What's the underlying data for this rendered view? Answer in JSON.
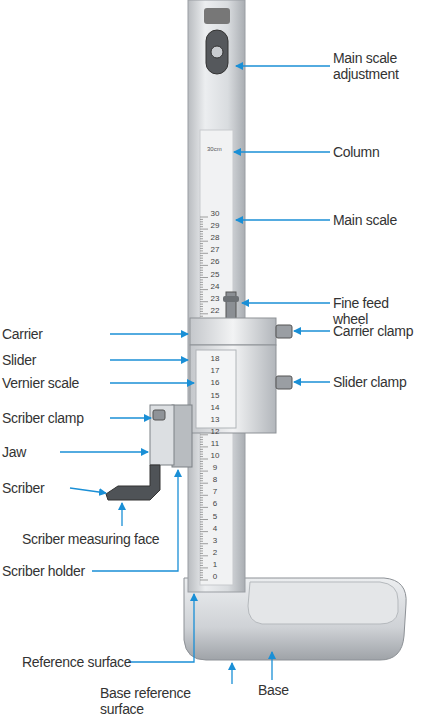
{
  "diagram": {
    "labels": [
      "Main scale adjustment",
      "Column",
      "Main scale",
      "Fine feed wheel",
      "Carrier clamp",
      "Slider clamp",
      "Carrier",
      "Slider",
      "Vernier scale",
      "Scriber clamp",
      "Jaw",
      "Scriber",
      "Scriber measuring face",
      "Scriber holder",
      "Reference surface",
      "Base reference surface",
      "Base",
      "30cm",
      "30",
      "29",
      "28",
      "27",
      "26",
      "25",
      "24",
      "23",
      "22",
      "18",
      "17",
      "16",
      "15",
      "14",
      "13",
      "12",
      "11",
      "10",
      "9",
      "8",
      "7",
      "6",
      "5",
      "4",
      "3",
      "2",
      "1",
      "0"
    ]
  }
}
